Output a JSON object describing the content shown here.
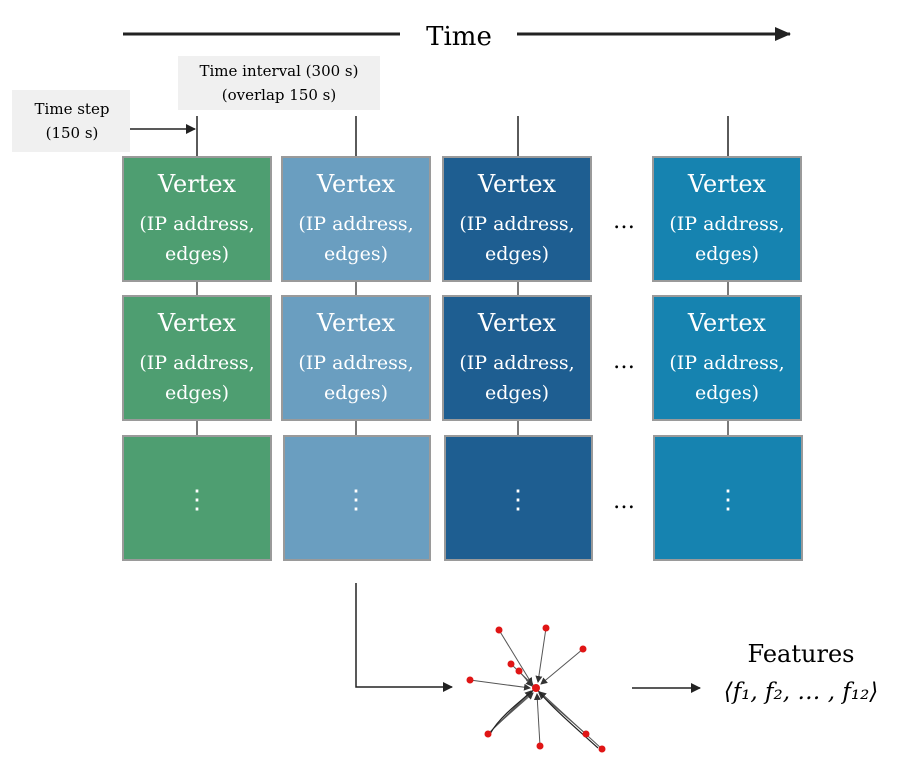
{
  "header": {
    "time_label": "Time"
  },
  "annotations": {
    "time_interval_line1": "Time interval (300 s)",
    "time_interval_line2": "(overlap 150 s)",
    "time_step_line1": "Time step",
    "time_step_line2": "(150 s)"
  },
  "grid": {
    "vertex_title": "Vertex",
    "vertex_line2": "(IP address,",
    "vertex_line3": "edges)",
    "vertical_ellipsis": "⋮",
    "horizontal_ellipsis": "…",
    "column_colors": [
      "#4e9e71",
      "#6a9ec0",
      "#1e5e91",
      "#1683b0"
    ],
    "box_border_color": "#9a9a9a"
  },
  "features": {
    "label": "Features",
    "vector": "⟨f₁, f₂, … , f₁₂⟩"
  },
  "graph": {
    "node_color": "#e01515"
  }
}
